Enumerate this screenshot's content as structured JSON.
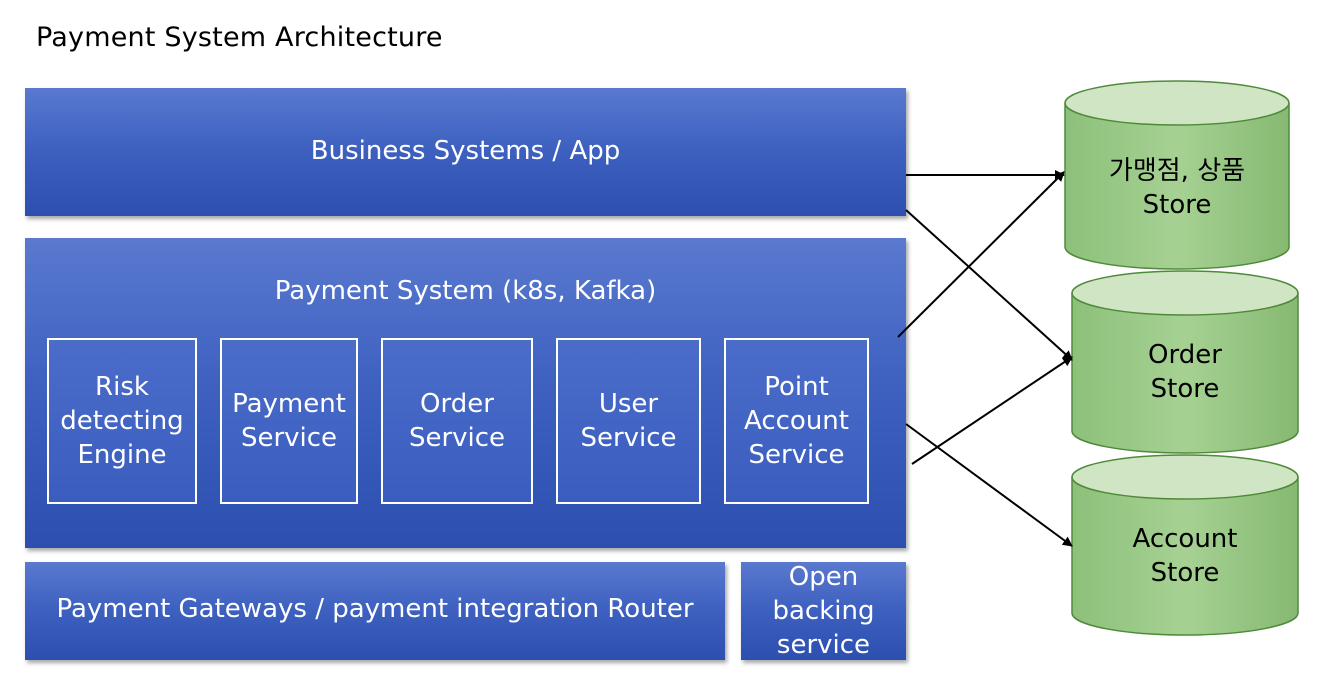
{
  "title": "Payment System Architecture",
  "layers": {
    "business": "Business Systems / App",
    "payment_system": "Payment System (k8s, Kafka)",
    "gateway": "Payment Gateways / payment integration Router",
    "open_banking": "Open\nbacking\nservice"
  },
  "services": [
    "Risk\ndetecting\nEngine",
    "Payment\nService",
    "Order\nService",
    "User\nService",
    "Point\nAccount\nService"
  ],
  "stores": [
    "가맹점, 상품\nStore",
    "Order\nStore",
    "Account\nStore"
  ],
  "colors": {
    "box_blue": "#3f62c1",
    "store_green": "#92c47e",
    "store_top": "#cfe5c3",
    "store_stroke": "#4e8a3a"
  }
}
